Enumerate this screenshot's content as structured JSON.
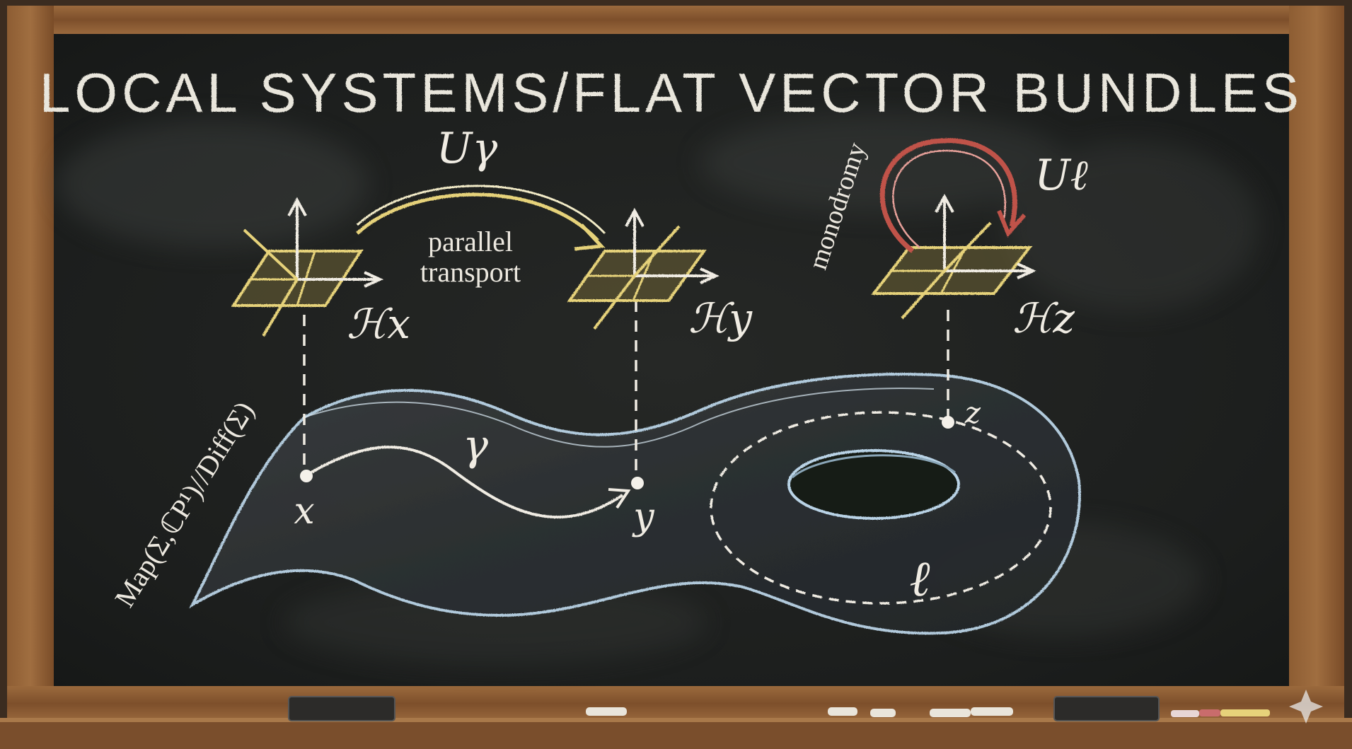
{
  "board": {
    "title": "LOCAL SYSTEMS/FLAT VECTOR BUNDLES",
    "left_label": "Map(Σ,ℂP¹)//Diff(Σ)",
    "transport_operator": "Uγ",
    "parallel_label_line1": "parallel",
    "parallel_label_line2": "transport",
    "monodromy_label": "monodromy",
    "monodromy_operator": "Uℓ",
    "fiber_x": "ℋx",
    "fiber_y": "ℋy",
    "fiber_z": "ℋz",
    "point_x": "x",
    "point_y": "y",
    "point_z": "z",
    "path_gamma": "γ",
    "loop_ell": "ℓ"
  },
  "colors": {
    "frame_wood": "#8a5a32",
    "board": "#1c1d1c",
    "chalk_white": "#ece8df",
    "chalk_blue": "#b9d3e6",
    "chalk_yellow": "#e6d27a",
    "chalk_red": "#c0524a"
  }
}
